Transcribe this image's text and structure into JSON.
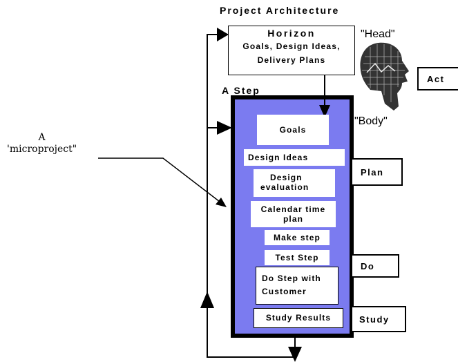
{
  "title": "Project Architecture",
  "horizon": {
    "heading": "Horizon",
    "line1": "Goals, Design Ideas,",
    "line2": "Delivery Plans"
  },
  "head_label": "\"Head\"",
  "body_label": "\"Body\"",
  "act_label": "Act",
  "step_title": "A Step",
  "micro_label": {
    "line1": "A",
    "line2": "'microproject\""
  },
  "steps": {
    "goals": "Goals",
    "design_ideas": "Design Ideas",
    "design_eval_1": "Design",
    "design_eval_2": "evaluation",
    "calendar_1": "Calendar time",
    "calendar_2": "plan",
    "make_step": "Make step",
    "test_step": "Test Step",
    "do_step_1": "Do Step with",
    "do_step_2": "Customer",
    "study_results": "Study Results"
  },
  "phases": {
    "plan": "Plan",
    "do": "Do",
    "study": "Study"
  },
  "colors": {
    "step_fill": "#7b7bf0",
    "line": "#000000"
  },
  "icons": {
    "head": "human-head-profile-icon"
  }
}
